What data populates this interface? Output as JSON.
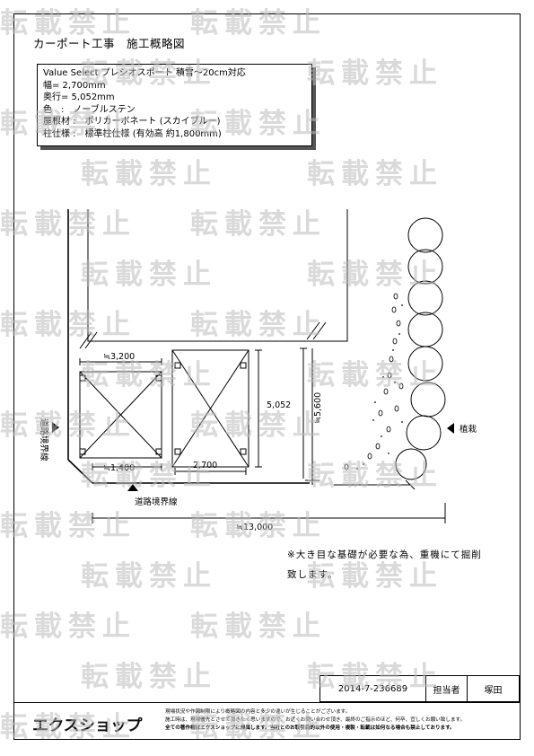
{
  "title": "カーポート工事　施工概略図",
  "spec": {
    "line1": "Value Select プレシオスポート 積雪～20cm対応",
    "line2": "幅= 2,700mm",
    "line3": "奥行= 5,052mm",
    "line4": "色　:　ノーブルステン",
    "line5": "屋根材 :　ポリカーボネート (スカイブルー)",
    "line6": "柱仕様 :　標準柱仕様 (有効高 約1,800mm)"
  },
  "dimensions": {
    "d3200": "≒3,200",
    "d1400": "≒1,400",
    "d2700": "2,700",
    "d5052": "5,052",
    "d5600": "≒5,600",
    "d13000": "≒13,000"
  },
  "labels": {
    "road_boundary_left": "道路境界線",
    "road_boundary_bottom": "道路境界線",
    "planting": "植栽"
  },
  "note": {
    "line1": "※大き目な基礎が必要な為、重機にて掘削",
    "line2": "致します。"
  },
  "footer": {
    "code": "2014-7-236689",
    "person_label": "担当者",
    "person_name": "塚田",
    "logo_text": "エクスショップ",
    "note1": "現場状況や作図制限により概略図の内容と多少の違いが生じることがございます。",
    "note2": "施工時は、現場優先とさせて頂きたく思いますので、お近くお問い合わせ頂き、最終のご指示のほど、何卒、宜しくお願い致します。",
    "note3": "全ての著作権はエクスショップに帰属します。当社とのお取引目的以外の使用・複製・転載は如何なる場合も禁止しております。"
  },
  "watermark": "転載禁止"
}
